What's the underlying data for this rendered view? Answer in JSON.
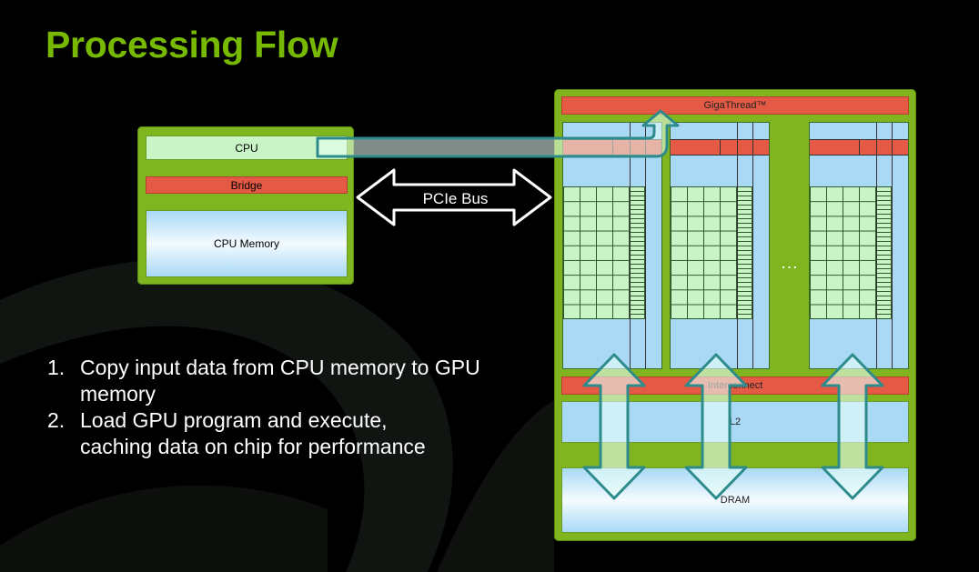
{
  "title": "Processing Flow",
  "host": {
    "cpu_label": "CPU",
    "bridge_label": "Bridge",
    "memory_label": "CPU Memory"
  },
  "bus_label": "PCIe Bus",
  "gpu": {
    "gigathread_label": "GigaThread™",
    "interconnect_label": "Interconnect",
    "l2_label": "L2",
    "dram_label": "DRAM",
    "ellipsis": "…"
  },
  "steps": [
    {
      "num": "1.",
      "line1": "Copy input data from CPU memory to GPU",
      "line2": "memory"
    },
    {
      "num": "2.",
      "line1": "Load GPU program and execute,",
      "line2": "caching data on chip for performance"
    }
  ],
  "colors": {
    "title_green": "#76b900",
    "panel_green": "#80b51f",
    "bar_red": "#e55a45",
    "light_blue": "#a9d9f5",
    "light_green": "#c9f5c6",
    "arrow_teal": "#2e8b8b"
  }
}
